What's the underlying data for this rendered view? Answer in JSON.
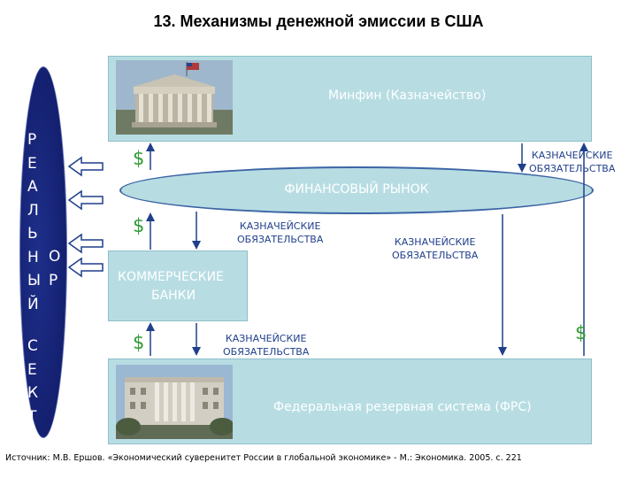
{
  "title": "13. Механизмы денежной эмиссии в США",
  "left_bar": {
    "col1": "Р\nЕ\nА\nЛ\nЬ\nН\nЫ\nЙ",
    "col2": "О\nР",
    "col3": "С\nЕ\nК\nТ"
  },
  "treasury": {
    "label": "Минфин (Казначейство)"
  },
  "market": {
    "label": "ФИНАНСОВЫЙ РЫНОК"
  },
  "banks": {
    "label_line1": "КОММЕРЧЕСКИЕ",
    "label_line2": "БАНКИ"
  },
  "fed": {
    "label": "Федеральная резервная система (ФРС)"
  },
  "dollar_sign": "$",
  "obligations": {
    "line1": "КАЗНАЧЕЙСКИЕ",
    "line2": "ОБЯЗАТЕЛЬСТВА"
  },
  "source": "Источник: М.В. Ершов. «Экономический суверенитет России в глобальной экономике» - М.: Экономика. 2005. с. 221",
  "colors": {
    "box": "#b7dde3",
    "arrow": "#1f3f8a",
    "dollar": "#2e9a34",
    "bar": "#142070"
  }
}
